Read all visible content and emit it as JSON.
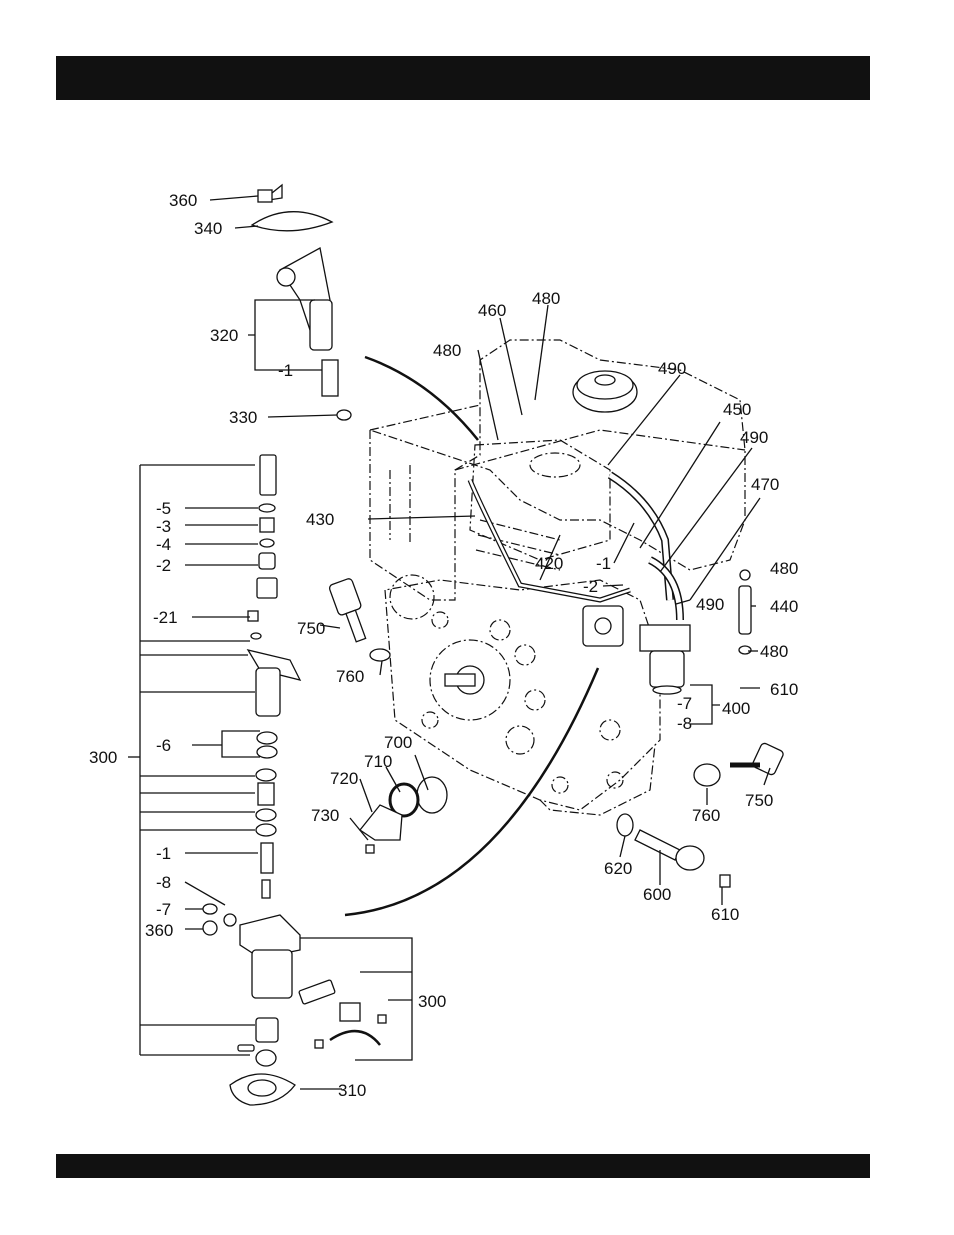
{
  "header": {
    "title": ""
  },
  "footer": {
    "text": ""
  },
  "callouts": [
    "360",
    "340",
    "320",
    "-1",
    "330",
    "480",
    "460",
    "480",
    "490",
    "450",
    "490",
    "470",
    "430",
    "420",
    "-1",
    "-2",
    "750",
    "760",
    "480",
    "440",
    "490",
    "480",
    "610",
    "-7",
    "400",
    "-8",
    "700",
    "710",
    "720",
    "730",
    "760",
    "750",
    "620",
    "600",
    "610",
    "-5",
    "-3",
    "-4",
    "-2",
    "-21",
    "300",
    "-6",
    "-1",
    "-8",
    "-7",
    "360",
    "300",
    "310"
  ]
}
